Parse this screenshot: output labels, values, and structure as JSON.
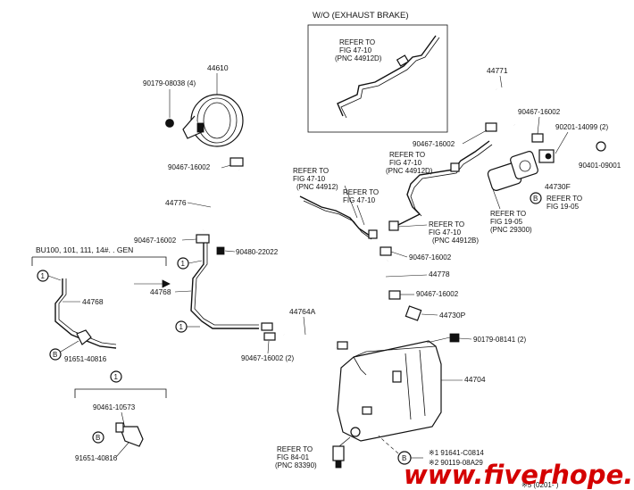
{
  "inset_title": "W/O (EXHAUST  BRAKE)",
  "model_note": "BU100, 101, 111, 14#. . GEN",
  "watermark": "www.fiverhope.com",
  "callout_letters": {
    "circle_1": "1",
    "circle_b": "B"
  },
  "labels": {
    "p44610": "44610",
    "p90179_08038": "90179-08038 (4)",
    "p90467_a": "90467-16002",
    "p44776": "44776",
    "p90467_b": "90467-16002",
    "p90480": "90480-22022",
    "p44768_main": "44768",
    "p90467_c": "90467-16002 (2)",
    "p44764a": "44764A",
    "p44768_left": "44768",
    "p91651_a": "91651-40816",
    "p90461": "90461-10573",
    "p91651_b": "91651-40816",
    "p44771": "44771",
    "p90467_d": "90467-16002",
    "p90467_e": "90467-16002",
    "p90201": "90201-14099 (2)",
    "p90401": "90401-09001",
    "p44730f": "44730F",
    "p90467_f": "90467-16002",
    "p44778": "44778",
    "p90467_g": "90467-16002",
    "p44730p": "44730P",
    "p90179_08141": "90179-08141 (2)",
    "p44704": "44704",
    "p91641": "※1  91641-C0814",
    "p90119": "※2  90119-08A29",
    "p_footnote": "※5  (0201-     )"
  },
  "refer_notes": {
    "inset": [
      "REFER TO",
      "FIG 47-10",
      "(PNC 44912D)"
    ],
    "mid_left": [
      "REFER TO",
      "FIG 47-10",
      "(PNC 44912)"
    ],
    "mid_center": [
      "REFER TO",
      "FIG 47-10"
    ],
    "top_right": [
      "REFER TO",
      "FIG 47-10",
      "(PNC 44912D)"
    ],
    "mid_b": [
      "REFER TO",
      "FIG 47-10",
      "(PNC 44912B)"
    ],
    "right_fig19": [
      "REFER TO",
      "FIG 19-05",
      "(PNC 29300)"
    ],
    "right_b_fig19": [
      "REFER TO",
      "FIG 19-05"
    ],
    "bottom_fig84": [
      "REFER TO",
      "FIG 84-01",
      "(PNC 83390)"
    ]
  }
}
